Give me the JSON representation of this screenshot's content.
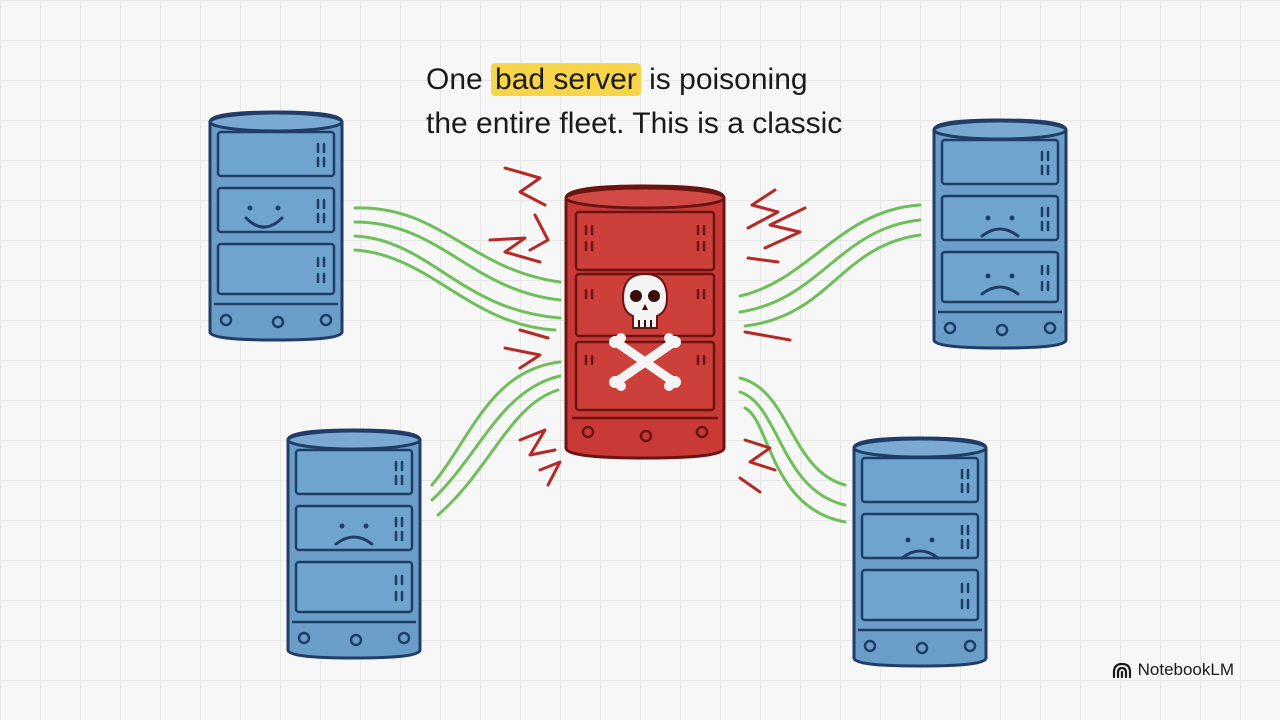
{
  "caption": {
    "prefix": "One ",
    "highlight": "bad server",
    "suffix": " is poisoning",
    "line2": "the entire fleet. This is a classic"
  },
  "watermark": {
    "label": "NotebookLM",
    "icon": "notebooklm-logo-icon"
  },
  "colors": {
    "background": "#f7f7f7",
    "grid": "#e6e6e6",
    "healthy_server": "#6a9ec9",
    "healthy_outline": "#1f3d66",
    "bad_server": "#c93a36",
    "bad_outline": "#6a1412",
    "connection": "#6ebf5a",
    "spark": "#b52a26",
    "highlight": "#f7d54a"
  },
  "servers": [
    {
      "id": "top-left",
      "face": "happy"
    },
    {
      "id": "top-right",
      "face": "sad"
    },
    {
      "id": "bottom-left",
      "face": "sad"
    },
    {
      "id": "bottom-right",
      "face": "sad"
    }
  ],
  "bad_server": {
    "icon": "skull-crossbones-icon"
  }
}
